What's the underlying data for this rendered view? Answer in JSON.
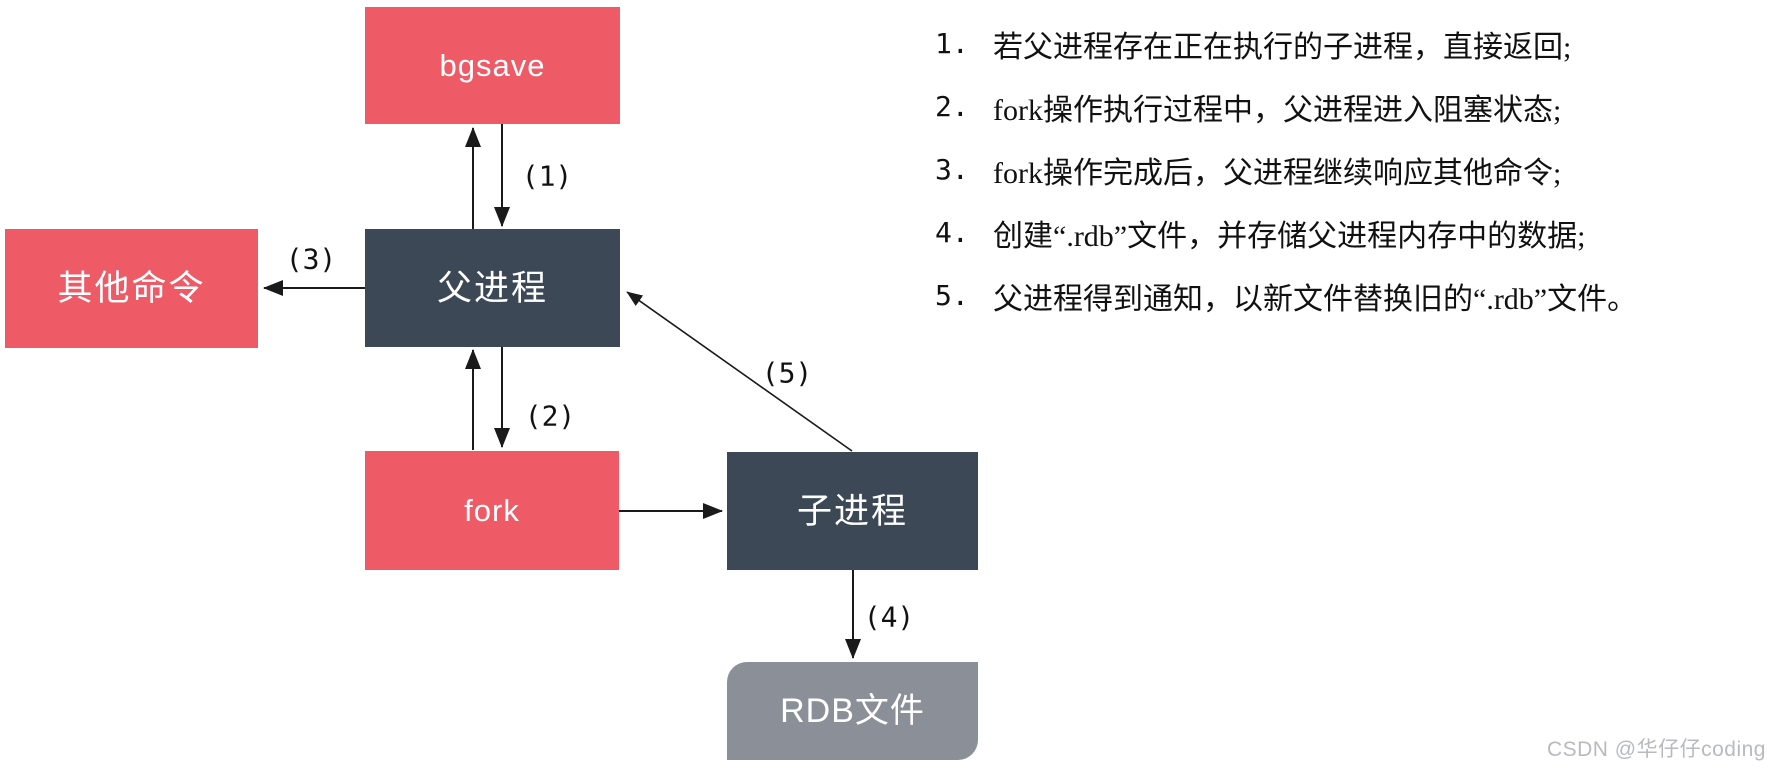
{
  "diagram": {
    "nodes": {
      "bgsave": {
        "label": "bgsave",
        "color": "#ee5b67"
      },
      "other_commands": {
        "label": "其他命令",
        "color": "#ee5b67"
      },
      "parent": {
        "label": "父进程",
        "color": "#3d4857"
      },
      "fork": {
        "label": "fork",
        "color": "#ee5b67"
      },
      "child": {
        "label": "子进程",
        "color": "#3d4857"
      },
      "rdb_file": {
        "label": "RDB文件",
        "color": "#8b9098"
      }
    },
    "edges": [
      {
        "id": "e1",
        "label": "(1)",
        "between": [
          "bgsave",
          "父进程"
        ],
        "style": "double-arrow"
      },
      {
        "id": "e2",
        "label": "(2)",
        "between": [
          "父进程",
          "fork"
        ],
        "style": "double-arrow"
      },
      {
        "id": "e3",
        "label": "(3)",
        "from": "父进程",
        "to": "其他命令"
      },
      {
        "id": "e4",
        "label": "(4)",
        "from": "子进程",
        "to": "RDB文件"
      },
      {
        "id": "e5",
        "label": "(5)",
        "from": "子进程",
        "to": "父进程"
      },
      {
        "id": "fork-child",
        "label": "",
        "from": "fork",
        "to": "子进程"
      }
    ]
  },
  "notes": {
    "items": [
      {
        "num": "1.",
        "text": "若父进程存在正在执行的子进程，直接返回;"
      },
      {
        "num": "2.",
        "text": "fork操作执行过程中，父进程进入阻塞状态;"
      },
      {
        "num": "3.",
        "text": "fork操作完成后，父进程继续响应其他命令;"
      },
      {
        "num": "4.",
        "text": "创建“.rdb”文件，并存储父进程内存中的数据;"
      },
      {
        "num": "5.",
        "text": "父进程得到通知，以新文件替换旧的“.rdb”文件。"
      }
    ]
  },
  "watermark": "CSDN @华仔仔coding",
  "colors": {
    "node_red": "#ee5b67",
    "node_navy": "#3d4857",
    "node_gray": "#8b9098",
    "arrow": "#1a1a1a",
    "watermark_gray": "#b8babd"
  }
}
